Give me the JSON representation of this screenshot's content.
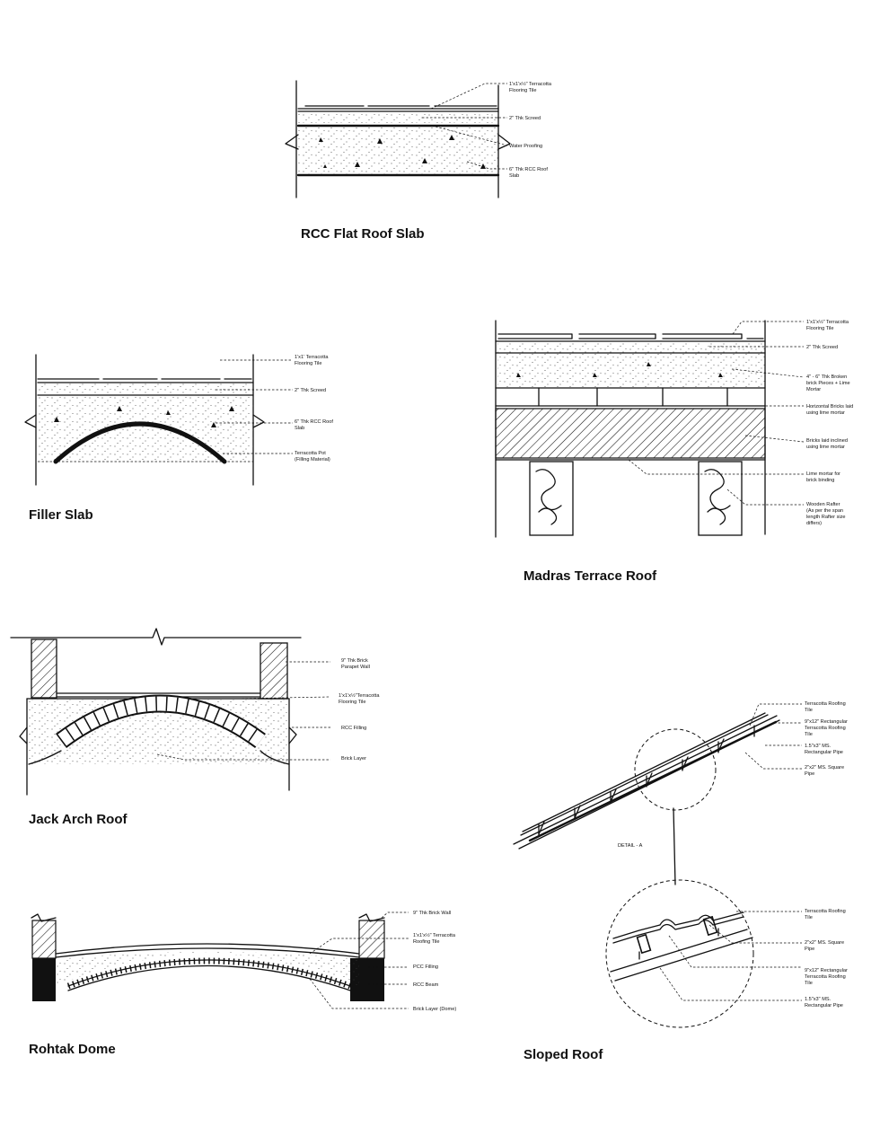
{
  "titles": {
    "rcc": "RCC Flat Roof Slab",
    "filler": "Filler Slab",
    "madras": "Madras Terrace Roof",
    "jack": "Jack Arch Roof",
    "rohtak": "Rohtak Dome",
    "sloped": "Sloped Roof"
  },
  "rcc_labels": [
    [
      "1'x1'x½\" Terracotta",
      "Flooring Tile"
    ],
    [
      "2\" Thk Screed"
    ],
    [
      "Water Proofing"
    ],
    [
      "6\" Thk RCC Roof",
      "Slab"
    ]
  ],
  "filler_labels": [
    [
      "1'x1' Terracotta",
      "Flooring Tile"
    ],
    [
      "2\" Thk Screed"
    ],
    [
      "6\" Thk RCC Roof",
      "Slab"
    ],
    [
      "Terracotta Pot",
      "(Filling Material)"
    ]
  ],
  "madras_labels": [
    [
      "1'x1'x½\" Terracotta",
      "Flooring Tile"
    ],
    [
      "2\" Thk Screed"
    ],
    [
      "4\" - 6\" Thk Broken",
      "brick Pieces + Lime",
      "Mortar"
    ],
    [
      "Horizontal Bricks laid",
      "using lime mortar"
    ],
    [
      "Bricks laid inclined",
      "using lime mortar"
    ],
    [
      "Lime mortar for",
      "brick binding"
    ],
    [
      "Wooden Rafter",
      "(As per the span",
      "length Rafter size",
      "differs)"
    ]
  ],
  "jack_labels": [
    [
      "9\" Thk Brick",
      "Parapet Wall"
    ],
    [
      "1'x1'x½\"Terracotta",
      "Flooring Tile"
    ],
    [
      "RCC Filling"
    ],
    [
      "Brick Layer"
    ]
  ],
  "rohtak_labels": [
    [
      "9\" Thk Brick Wall"
    ],
    [
      "1'x1'x½\" Terracotta",
      "Roofing Tile"
    ],
    [
      "PCC Filling"
    ],
    [
      "RCC Beam"
    ],
    [
      "Brick Layer (Dome)"
    ]
  ],
  "sloped_labels": [
    [
      "Terracotta Roofing",
      "Tile"
    ],
    [
      "9\"x12\" Rectangular",
      "Terracotta Roofing",
      "Tile"
    ],
    [
      "1.5\"x3\" MS.",
      "Rectangular Pipe"
    ],
    [
      "2\"x2\" MS. Square",
      "Pipe"
    ]
  ],
  "detail_title": "DETAIL - A",
  "detail_labels": [
    [
      "Terracotta Roofing",
      "Tile"
    ],
    [
      "2\"x2\" MS. Square",
      "Pipe"
    ],
    [
      "9\"x12\" Rectangular",
      "Terracotta Roofing",
      "Tile"
    ],
    [
      "1.5\"x3\" MS.",
      "Rectangular Pipe"
    ]
  ]
}
